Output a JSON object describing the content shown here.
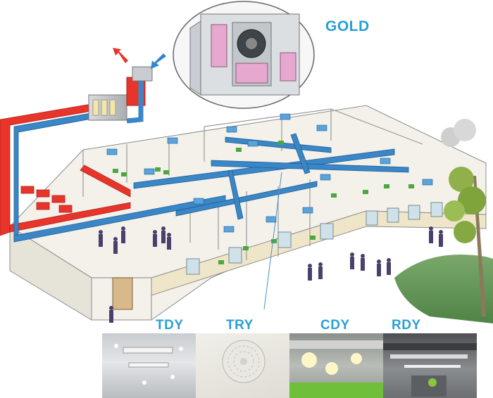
{
  "labels": {
    "unit": "GOLD",
    "products": [
      "TDY",
      "TRY",
      "CDY",
      "RDY"
    ]
  },
  "colors": {
    "label_blue": "#2a9fd6",
    "supply_duct": "#3b86c6",
    "extract_duct": "#e8352b",
    "building_wall": "#ffffff",
    "lawn": "#6b9a5e"
  },
  "icons": {
    "unit": "air-handling-unit-icon",
    "supply_arrow": "supply-air-arrow-icon",
    "extract_arrow": "exhaust-air-arrow-icon",
    "tree": "tree-icon"
  }
}
